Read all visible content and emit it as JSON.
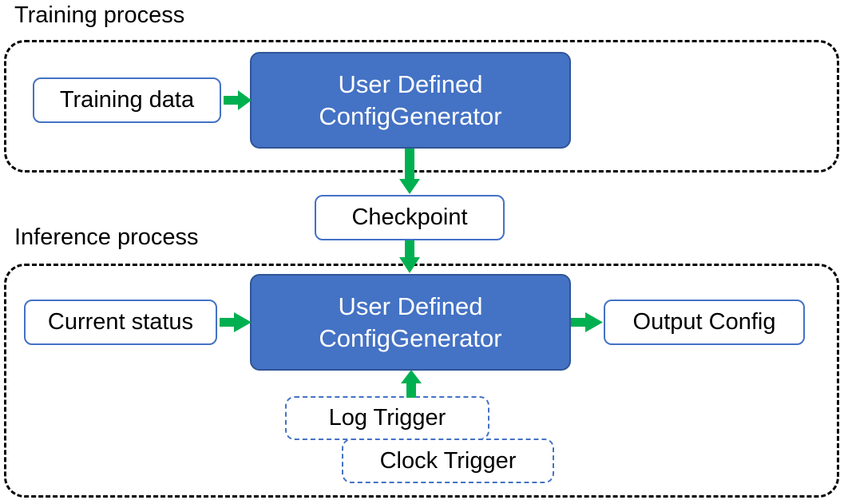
{
  "diagram": {
    "title_visible": false,
    "colors": {
      "filled_node_fill": "#4472C4",
      "filled_node_border": "#2F5597",
      "plain_node_border": "#4472C4",
      "trigger_node_border": "#4472C4",
      "arrow": "#00B050",
      "group_border": "#000000",
      "background": "#FFFFFF",
      "text_dark": "#000000",
      "text_light": "#FFFFFF"
    },
    "groups": [
      {
        "id": "training",
        "caption": "Training process"
      },
      {
        "id": "inference",
        "caption": "Inference process"
      }
    ],
    "nodes": {
      "training_data": "Training data",
      "config_generator_training": "User Defined\nConfigGenerator",
      "checkpoint": "Checkpoint",
      "current_status": "Current status",
      "config_generator_inference": "User Defined\nConfigGenerator",
      "output_config": "Output Config",
      "log_trigger": "Log Trigger",
      "clock_trigger": "Clock Trigger"
    },
    "edges": [
      {
        "from": "Training data",
        "to": "User Defined ConfigGenerator",
        "direction": "right"
      },
      {
        "from": "User Defined ConfigGenerator",
        "to": "Checkpoint",
        "direction": "down"
      },
      {
        "from": "Checkpoint",
        "to": "User Defined ConfigGenerator",
        "direction": "down"
      },
      {
        "from": "Current status",
        "to": "User Defined ConfigGenerator",
        "direction": "right"
      },
      {
        "from": "User Defined ConfigGenerator",
        "to": "Output Config",
        "direction": "right"
      },
      {
        "from": "Log Trigger",
        "to": "User Defined ConfigGenerator",
        "direction": "up"
      }
    ]
  }
}
